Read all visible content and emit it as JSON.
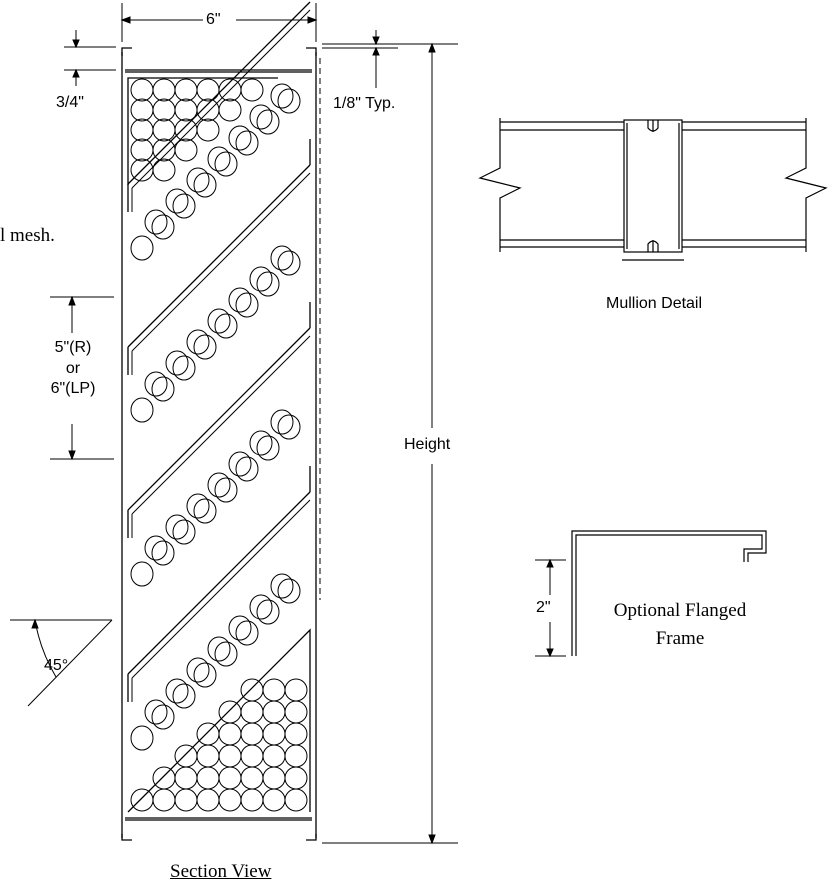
{
  "labels": {
    "width": "6\"",
    "top_gap": "3/4\"",
    "typ": "1/8\" Typ.",
    "mesh": "l mesh.",
    "spacing_r": "5\"(R)",
    "spacing_or": "or",
    "spacing_lp": "6\"(LP)",
    "height": "Height",
    "angle": "45°",
    "mullion": "Mullion Detail",
    "flange_dim": "2\"",
    "flange_title_1": "Optional Flanged",
    "flange_title_2": "Frame",
    "section": "Section View"
  },
  "colors": {
    "line": "#000000",
    "background": "#ffffff"
  }
}
